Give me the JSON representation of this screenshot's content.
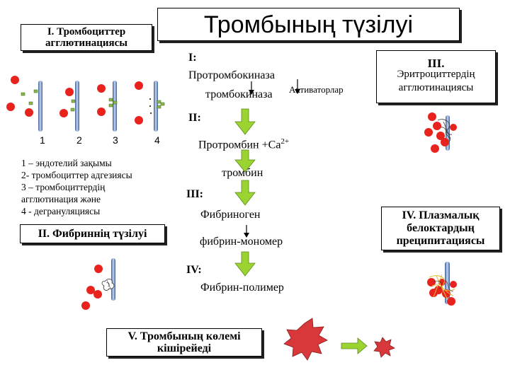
{
  "title": "Тромбының түзілуі",
  "sections": {
    "s1": {
      "line1": "I. Тромбоциттер",
      "line2": "агглютинациясы"
    },
    "s2": "II. Фибриннің түзілуі",
    "s3": {
      "line1": "III.",
      "line2": "Эритроциттердің",
      "line3": "агглютинациясы"
    },
    "s4": {
      "line1": "IV. Плазмалық",
      "line2": "белоктардың",
      "line3": "преципитациясы"
    },
    "s5": {
      "line1": "V. Тромбының көлемі",
      "line2": "кішірейеді"
    }
  },
  "step_numbers": [
    "1",
    "2",
    "3",
    "4"
  ],
  "legend": [
    "1 – эндотелий зақымы",
    "2- тромбоциттер адгезиясы",
    "3 – тромбоциттердің",
    "агглютинация және",
    "4 - дегрануляциясы"
  ],
  "flow": {
    "stage1": "I:",
    "prothrombinase": "Протромбокиназа",
    "thrombokinase": "тромбокиназа",
    "activators": "Активаторлар",
    "stage2": "II:",
    "prothrombin": "Протромбин +Ca",
    "prothrombin_sup": "2+",
    "thrombin": "тромбин",
    "stage3": "III:",
    "fibrinogen": "Фибриноген",
    "fibrin_monomer": "фибрин-мономер",
    "stage4": "IV:",
    "fibrin_polymer": "Фибрин-полимер"
  },
  "colors": {
    "vessel": "#5f7fb4",
    "rbc": "#e8231e",
    "platelet": "#8ab84a",
    "arrow": "#9bd431",
    "star": "#d8383a"
  }
}
